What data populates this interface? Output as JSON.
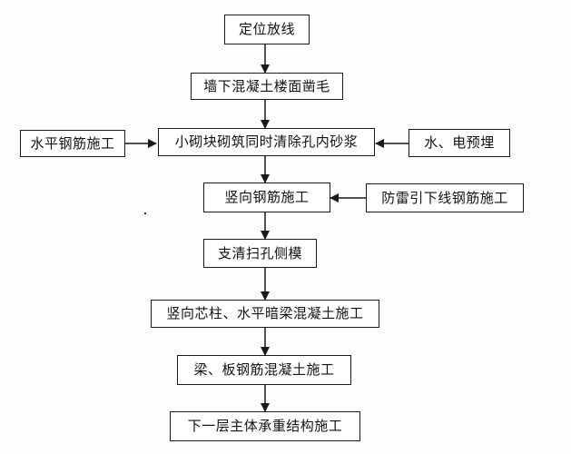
{
  "flowchart": {
    "main_steps": [
      "定位放线",
      "墙下混凝土楼面凿毛",
      "小砌块砌筑同时清除孔内砂浆",
      "竖向钢筋施工",
      "支清扫孔侧模",
      "竖向芯柱、水平暗梁混凝土施工",
      "梁、板钢筋混凝土施工",
      "下一层主体承重结构施工"
    ],
    "side_inputs": {
      "horizontal_rebar": "水平钢筋施工",
      "water_electric": "水、电预埋",
      "lightning_rebar": "防雷引下线钢筋施工"
    }
  }
}
